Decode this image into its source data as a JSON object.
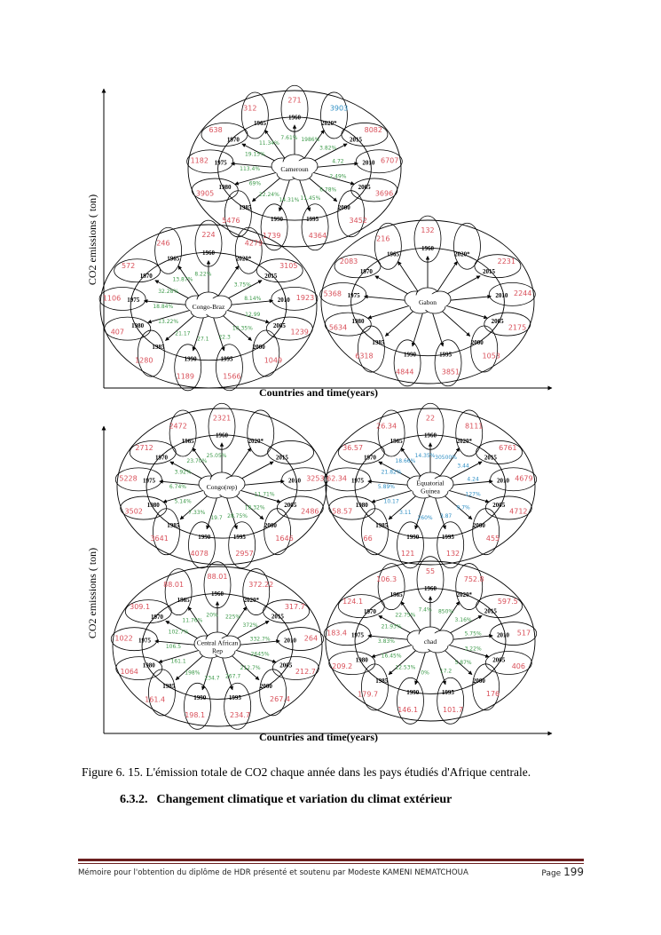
{
  "figure": {
    "y_axis_label": "CO2 emissions ( ton)",
    "x_axis_label": "Countries and time(years)",
    "years": [
      "1960",
      "1965",
      "1970",
      "1975",
      "1980",
      "1985",
      "1990",
      "1995",
      "2000",
      "2005",
      "2010",
      "2015",
      "2020*"
    ],
    "countries": [
      {
        "name": "Cameroun",
        "values": [
          "271",
          "312",
          "638",
          "1182",
          "3905",
          "5476",
          "1739",
          "4364",
          "3452",
          "3696",
          "6707",
          "8082",
          "3903"
        ],
        "rates": [
          "7.61%",
          "11.34%",
          "19.15%",
          "113.4%",
          "69%",
          "22.24%",
          "14.31%",
          "11.45%",
          "6.78%",
          "2.49%",
          "4.72",
          "3.82%",
          "1986%"
        ]
      },
      {
        "name": "Congo-Braz",
        "values": [
          "224",
          "246",
          "572",
          "1106",
          "407",
          "1280",
          "1189",
          "1566",
          "1049",
          "1239",
          "1923",
          "3105",
          "4279"
        ],
        "rates": [
          "8.22%",
          "13.87%",
          "32.28%",
          "18.84%",
          "13.22%",
          "21.17",
          "27.1",
          "22.3",
          "10.35%",
          "12.99",
          "8.14%",
          "3.75%",
          ""
        ]
      },
      {
        "name": "Gabon",
        "values": [
          "132",
          "216",
          "2083",
          "5368",
          "5634",
          "6318",
          "4844",
          "3851",
          "1053",
          "2175",
          "2244",
          "2231",
          ""
        ],
        "rates": []
      },
      {
        "name": "Congo(rep)",
        "values": [
          "2321",
          "2472",
          "2712",
          "5228",
          "3502",
          "3641",
          "4078",
          "2957",
          "1646",
          "2486",
          "3253",
          "",
          ""
        ],
        "rates": [
          "25.05%",
          "23.70%",
          "3.92%",
          "6.74%",
          "5.14%",
          "7.33%",
          "19.7",
          "28.75%",
          "18.32%",
          "11.71%",
          "",
          "",
          ""
        ]
      },
      {
        "name": "Equatorial Guinea",
        "values": [
          "22",
          "26.34",
          "36.57",
          "62.34",
          "58.57",
          "66",
          "121",
          "132",
          "455",
          "4712",
          "4679",
          "6761",
          "8111"
        ],
        "rates": [
          "14.35%",
          "18.66%",
          "21.82%",
          "5.89%",
          "10.17",
          "3.11",
          "260%",
          "3.87",
          "9.7%",
          "127%",
          "4.24",
          "3.44",
          "30500%"
        ]
      },
      {
        "name": "Central African Rep",
        "values": [
          "88.01",
          "88.01",
          "309.1",
          "1022",
          "1064",
          "161.4",
          "198.1",
          "234.7",
          "267.4",
          "212.7",
          "264",
          "317.7",
          "372.22"
        ],
        "rates": [
          "20%",
          "11.76%",
          "102.7%",
          "106.5",
          "161.1",
          "198%",
          "234.7",
          "267.7",
          "212.7%",
          "2645%",
          "332.7%",
          "372%",
          "225%"
        ]
      },
      {
        "name": "chad",
        "values": [
          "55",
          "106.3",
          "124.1",
          "183.4",
          "209.2",
          "179.7",
          "146.1",
          "101.7",
          "176",
          "406",
          "517",
          "597.5",
          "752.8"
        ],
        "rates": [
          "7.4%",
          "22.75%",
          "21.93%",
          "3.83%",
          "16.45%",
          "12.53%",
          "0%",
          "17.2",
          "5.87%",
          "3.22%",
          "5.75%",
          "3.16%",
          "850%"
        ]
      }
    ]
  },
  "caption": "Figure 6. 15. L'émission totale de CO2 chaque année dans les pays étudiés d'Afrique centrale.",
  "section": {
    "number": "6.3.2.",
    "title": "Changement climatique  et variation du climat extérieur"
  },
  "footer": {
    "text": "Mémoire  pour l'obtention du diplôme de HDR présenté et soutenu  par Modeste KAMENI NEMATCHOUA",
    "page_label": "Page",
    "page_number": "199"
  },
  "colors": {
    "value": "#d9505a",
    "rate": "#3d9a4a",
    "rate_alt": "#2f8fc4",
    "rule": "#6b1f1f"
  }
}
